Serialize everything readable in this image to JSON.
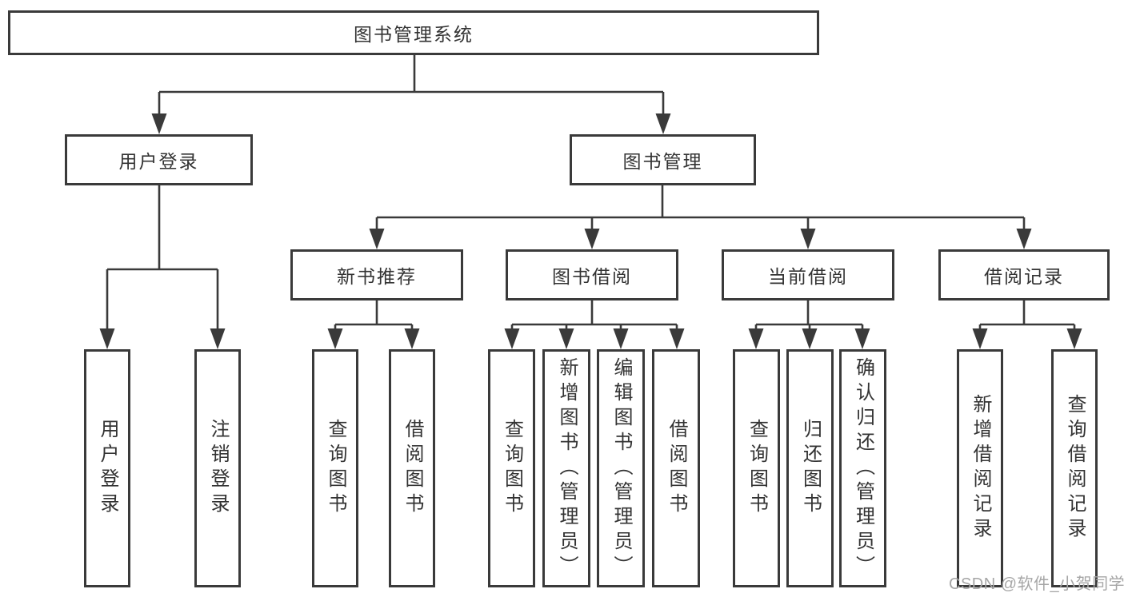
{
  "diagram": {
    "root": "图书管理系统",
    "branches": [
      {
        "label": "用户登录",
        "children": [
          {
            "label": "用户登录"
          },
          {
            "label": "注销登录"
          }
        ]
      },
      {
        "label": "图书管理",
        "children": [
          {
            "label": "新书推荐",
            "children": [
              {
                "label": "查询图书"
              },
              {
                "label": "借阅图书"
              }
            ]
          },
          {
            "label": "图书借阅",
            "children": [
              {
                "label": "查询图书"
              },
              {
                "label": "新增图书（管理员）"
              },
              {
                "label": "编辑图书（管理员）"
              },
              {
                "label": "借阅图书"
              }
            ]
          },
          {
            "label": "当前借阅",
            "children": [
              {
                "label": "查询图书"
              },
              {
                "label": "归还图书"
              },
              {
                "label": "确认归还（管理员）"
              }
            ]
          },
          {
            "label": "借阅记录",
            "children": [
              {
                "label": "新增借阅记录"
              },
              {
                "label": "查询借阅记录"
              }
            ]
          }
        ]
      }
    ]
  },
  "watermark": "CSDN @软件_小贺同学",
  "colors": {
    "line": "#3a3a3a",
    "text": "#333333",
    "background": "#ffffff",
    "watermark": "#a6a6a6"
  }
}
